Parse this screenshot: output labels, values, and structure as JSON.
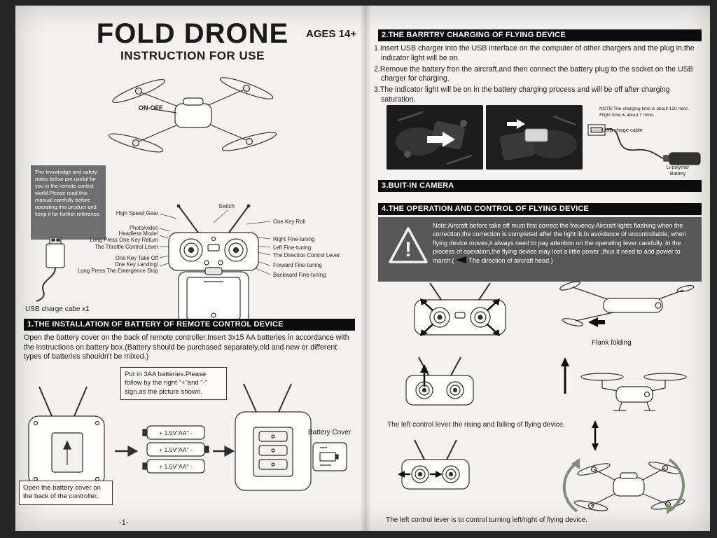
{
  "left_page": {
    "title": "FOLD DRONE",
    "subtitle": "INSTRUCTION FOR USE",
    "ages": "AGES 14+",
    "on_off": "ON-OFF",
    "safety_note": "The knowledge and safety notes below are useful for you in the remote control world.Please read this manual carefully before operating this product and keep it for further reference.",
    "controller": {
      "switch": "Switch",
      "left_labels": [
        "High Speed Gear",
        "Photo/video",
        "Headless Mode/\nLong Press One Key Return",
        "The Throttle Control Lever",
        "One Key Take Off",
        "One Key Landing/\nLong Press The Emergence Stop"
      ],
      "right_labels": [
        "One Key Roll",
        "Right Fine-tuning",
        "Left Fine-tuning",
        "The Direction Control Lever",
        "Forward Fine-tuning",
        "Backward Fine-tuning"
      ]
    },
    "usb_label": "USB charge cabe x1",
    "section1": {
      "header": "1.THE INSTALLATION OF BATTERY OF REMOTE CONTROL DEVICE",
      "body": "Open the battery cover on the back of remote controller.Insert 3x15 AA batteries in accordance with the instructions on battery box.(Battery should be purchased separately,old and new or different types of batteries shouldn't be mixed.)",
      "callout_batteries": "Put in 3AA batteries.Please follow by the right \"+\"and \"-\" sign,as the picture shown.",
      "battery_cell": "+ 1.5V\"AA\" -",
      "battery_cover": "Battery Cover",
      "callout_cover": "Open the battery cover on the back of the controller."
    },
    "page_number": "-1-"
  },
  "right_page": {
    "section2": {
      "header": "2.THE BARRTRY CHARGING OF FLYING DEVICE",
      "items": [
        "1.Insert USB charger into the USB interface on the computer of other chargers and the plug in,the indicator light will be on.",
        "2.Remove the battery fron the aircraft,and then connect the battery plug to the socket on the USB charger for charging.",
        "3.The indicator light will be on in the battery charging process and will be off after charging saturation."
      ],
      "note": "NOTE:The charging time is about 120 mins.\nFlight time is about 7 mins.",
      "usb_cable": "USB chage cable",
      "battery": "Li-polymer\nBattery"
    },
    "section3": {
      "header": "3.BUIT-IN CAMERA"
    },
    "section4": {
      "header": "4.THE OPERATION AND CONTROL OF FLYING DEVICE",
      "warning_mark": "!",
      "warning": "Note:Aircraft before take off must first correct the freuency.Aircraft lights flashing when the correction,the correction is completed after the light lit.In avoidance of uncontrollable, when flying device moves,it always need to pay attention on the operating lever carefully. In the process of operation,the flying device may lost a little power ,thus it need to add power to march.(",
      "warning_tail": "The direction of aircraft head.)",
      "flank_folding": "Flank folding",
      "caption_rise": "The left control lever the rising and falling of flying device.",
      "caption_turn": "The left control lever is to control turning left/right of flying device."
    }
  }
}
